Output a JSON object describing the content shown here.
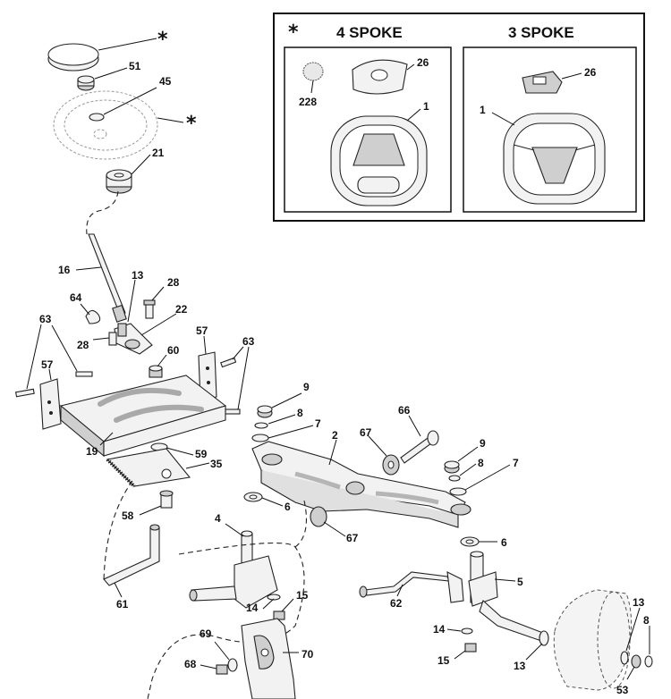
{
  "inset": {
    "star": "*",
    "left_title": "4 SPOKE",
    "right_title": "3 SPOKE"
  },
  "labels": {
    "top_star": "*",
    "wheel_star": "*",
    "p51": "51",
    "p45": "45",
    "p21": "21",
    "p16": "16",
    "p13a": "13",
    "p28a": "28",
    "p64": "64",
    "p22": "22",
    "p63a": "63",
    "p28b": "28",
    "p57a": "57",
    "p60": "60",
    "p57b": "57",
    "p63b": "63",
    "p19": "19",
    "p59": "59",
    "p35": "35",
    "p58": "58",
    "p61": "61",
    "p4": "4",
    "p9a": "9",
    "p8a": "8",
    "p7a": "7",
    "p2": "2",
    "p66": "66",
    "p67a": "67",
    "p9b": "9",
    "p8b": "8",
    "p7b": "7",
    "p6a": "6",
    "p67b": "67",
    "p6b": "6",
    "p5": "5",
    "p62": "62",
    "p14a": "14",
    "p15a": "15",
    "p14b": "14",
    "p15b": "15",
    "p13b": "13",
    "p13c": "13",
    "p8c": "8",
    "p53": "53",
    "p69": "69",
    "p70": "70",
    "p68": "68",
    "i228": "228",
    "i26a": "26",
    "i1a": "1",
    "i26b": "26",
    "i1b": "1"
  }
}
